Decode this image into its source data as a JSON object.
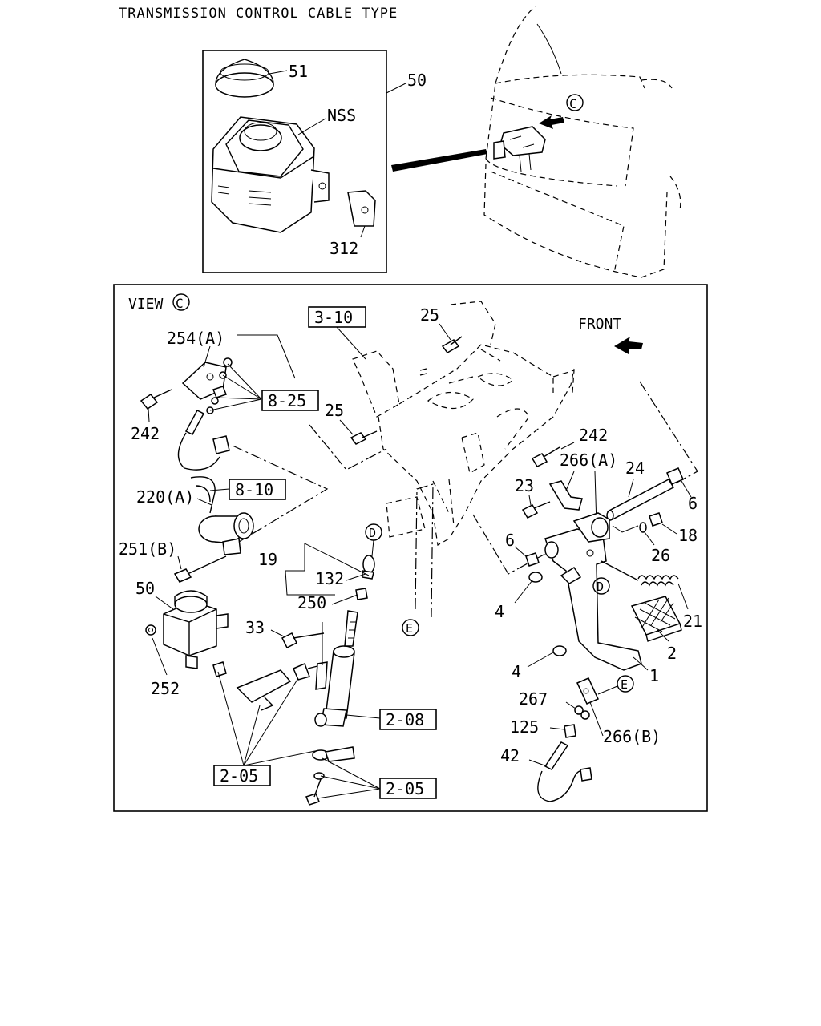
{
  "title": "TRANSMISSION CONTROL CABLE TYPE",
  "inset": {
    "labels": {
      "cap": "51",
      "assembly": "50",
      "nss": "NSS",
      "bracket": "312"
    },
    "view_marker": "C"
  },
  "view": {
    "title": "VIEW",
    "marker": "C",
    "front_label": "FRONT",
    "boxed_refs": {
      "bracket_ref": "3-10",
      "switch_ref_a": "8-25",
      "switch_ref_b": "8-10",
      "cylinder_ref": "2-08",
      "hose_ref": "2-05",
      "fitting_ref": "2-05"
    },
    "callouts": {
      "c25a": "25",
      "c25b": "25",
      "c254a": "254(A)",
      "c242a": "242",
      "c242b": "242",
      "c266a": "266(A)",
      "c24": "24",
      "c23": "23",
      "c6a": "6",
      "c6b": "6",
      "c18": "18",
      "c26": "26",
      "c220a": "220(A)",
      "c251b": "251(B)",
      "c19": "19",
      "c132": "132",
      "c250": "250",
      "c50": "50",
      "c33": "33",
      "c252": "252",
      "c4a": "4",
      "c4b": "4",
      "c21": "21",
      "c2": "2",
      "c1": "1",
      "c267": "267",
      "c125": "125",
      "c266b": "266(B)",
      "c42": "42"
    },
    "circle_markers": {
      "d1": "D",
      "d2": "D",
      "e1": "E",
      "e2": "E"
    }
  }
}
